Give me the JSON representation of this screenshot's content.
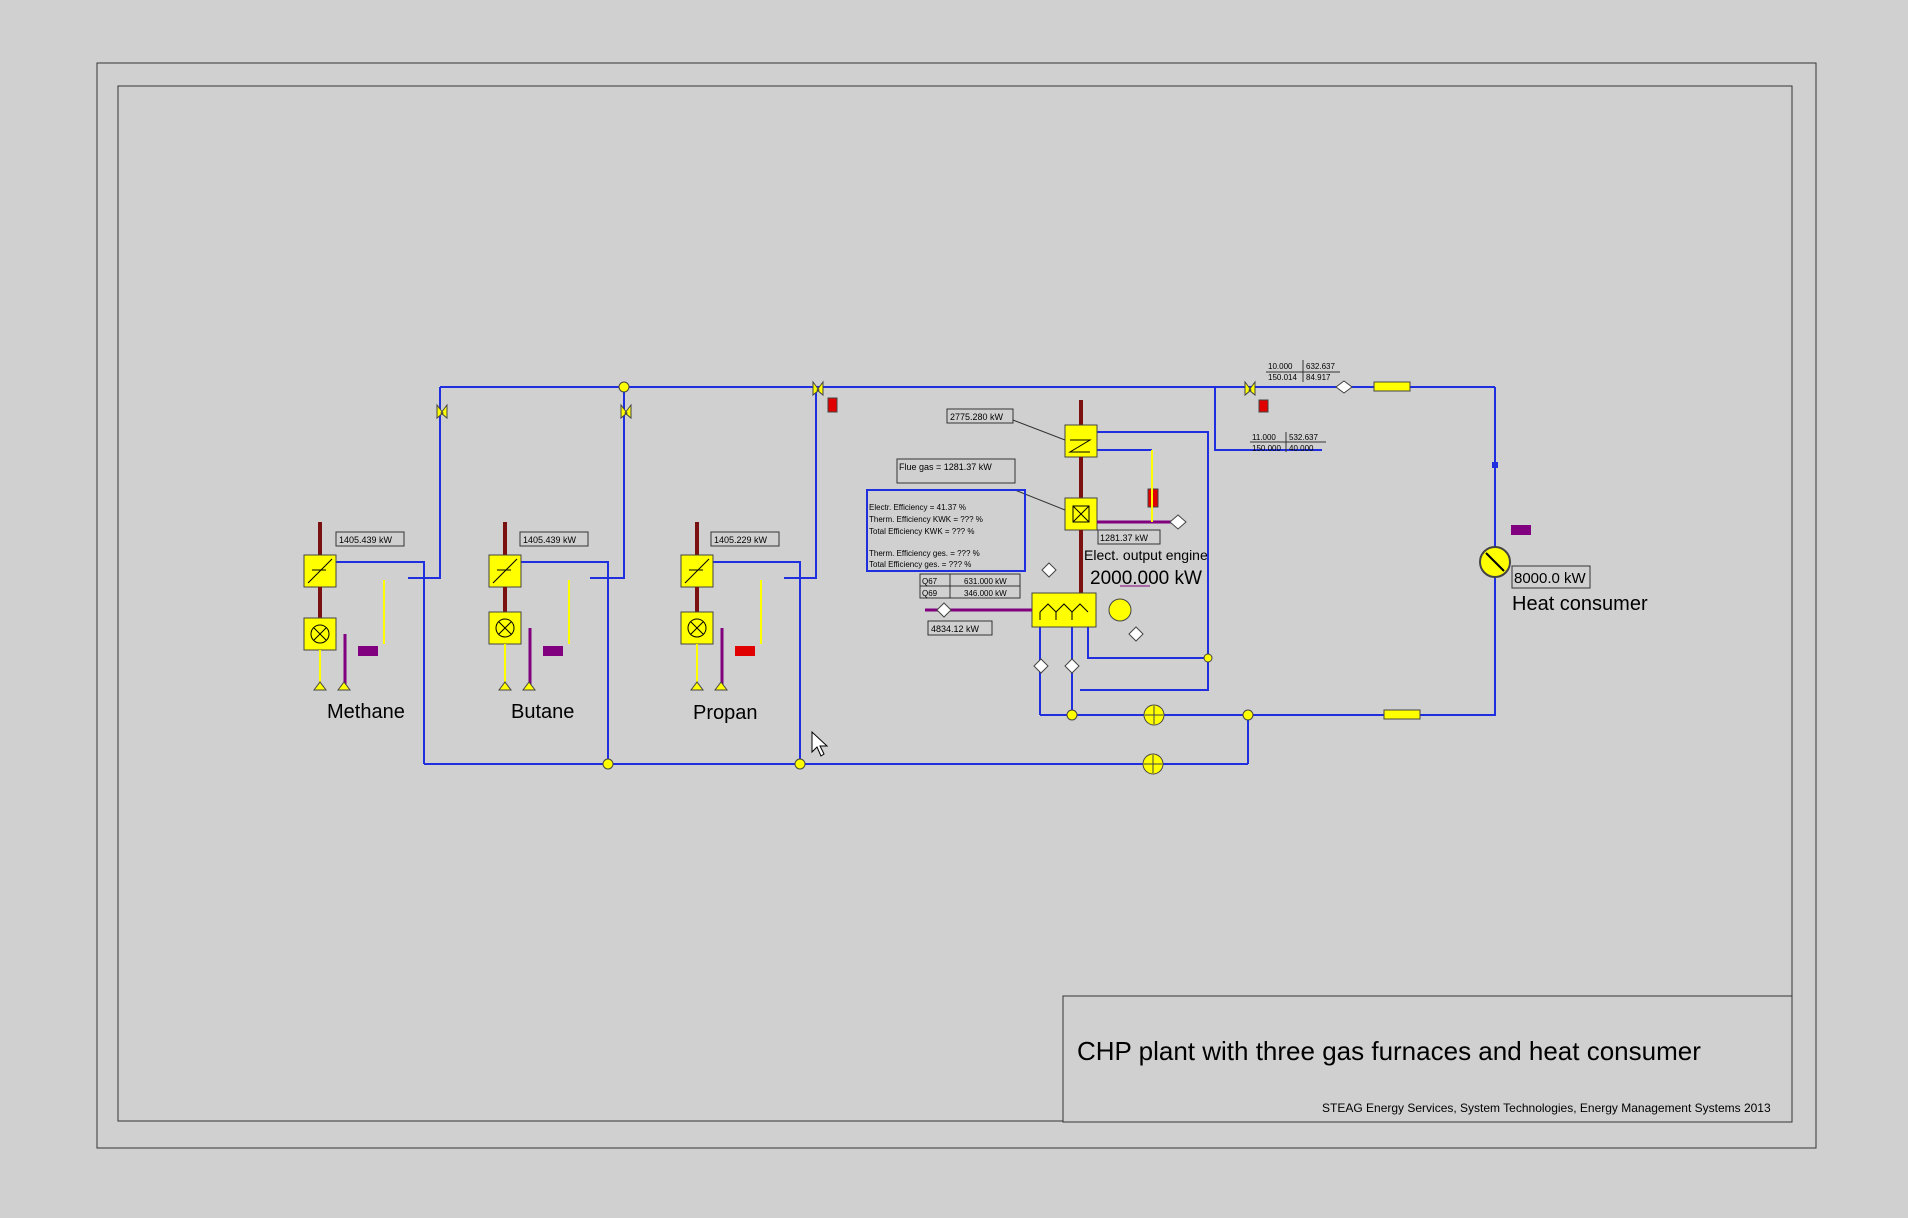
{
  "title_block": {
    "title": "CHP plant with three gas furnaces and heat consumer",
    "credit": "STEAG Energy Services, System Technologies, Energy Management Systems 2013"
  },
  "furnaces": [
    {
      "name": "Methane",
      "power": "1405.439 kW"
    },
    {
      "name": "Butane",
      "power": "1405.439 kW"
    },
    {
      "name": "Propan",
      "power": "1405.229 kW"
    }
  ],
  "engine": {
    "hx_power": "2775.280 kW",
    "flue_gas": "Flue gas = 1281.37 kW",
    "flue_hx_power": "1281.37 kW",
    "output_label": "Elect. output engine",
    "output_value": "2000.000 kW",
    "q67_label": "Q67",
    "q67_value": "631.000 kW",
    "q69_label": "Q69",
    "q69_value": "346.000 kW",
    "fuel_input": "4834.12 kW"
  },
  "efficiency": {
    "lines": [
      "Electr. Efficiency        = 41.37 %",
      "Therm. Efficiency KWK = ??? %",
      "Total   Efficiency KWK = ??? %",
      "",
      "Therm. Efficiency ges.  = ??? %",
      "Total   Efficiency ges.  = ??? %"
    ]
  },
  "stream_tables": [
    {
      "a": "10.000",
      "b": "632.637",
      "c": "150.014",
      "d": "84.917"
    },
    {
      "a": "11.000",
      "b": "532.637",
      "c": "150.000",
      "d": "40.000"
    }
  ],
  "heat_consumer": {
    "value": "8000.0 kW",
    "label": "Heat consumer"
  },
  "colors": {
    "background": "#d0d0d0",
    "pipe": "#1f2fe0",
    "component": "#ffff00",
    "flue": "#7a1010",
    "gas_line": "#800080",
    "valve_red": "#e00000"
  }
}
